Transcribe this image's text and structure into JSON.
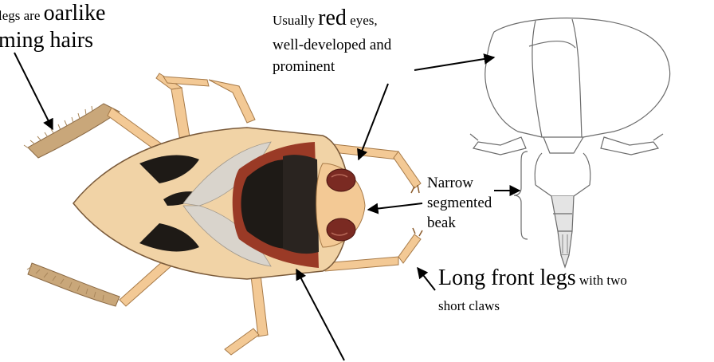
{
  "labels": {
    "hind_legs": {
      "line1_small": "legs are ",
      "line1_big": "oarlike",
      "line2": "ming hairs"
    },
    "eyes": {
      "line1_small_a": "Usually ",
      "line1_big": "red",
      "line1_small_b": " eyes,",
      "line2": "well-developed and",
      "line3": "prominent"
    },
    "beak": {
      "line1": "Narrow",
      "line2": "segmented",
      "line3": "beak"
    },
    "front_legs": {
      "big": "Long front legs",
      "small": " with two",
      "line2": "short claws"
    }
  },
  "colors": {
    "body_light": "#f1d3a6",
    "wing_grey": "#d9d4cc",
    "wing_dark": "#1e1a16",
    "eye_red": "#7a2a22",
    "leg": "#f3c995",
    "hair": "#b8a07a",
    "line_drawing": "#6b6b6b"
  }
}
